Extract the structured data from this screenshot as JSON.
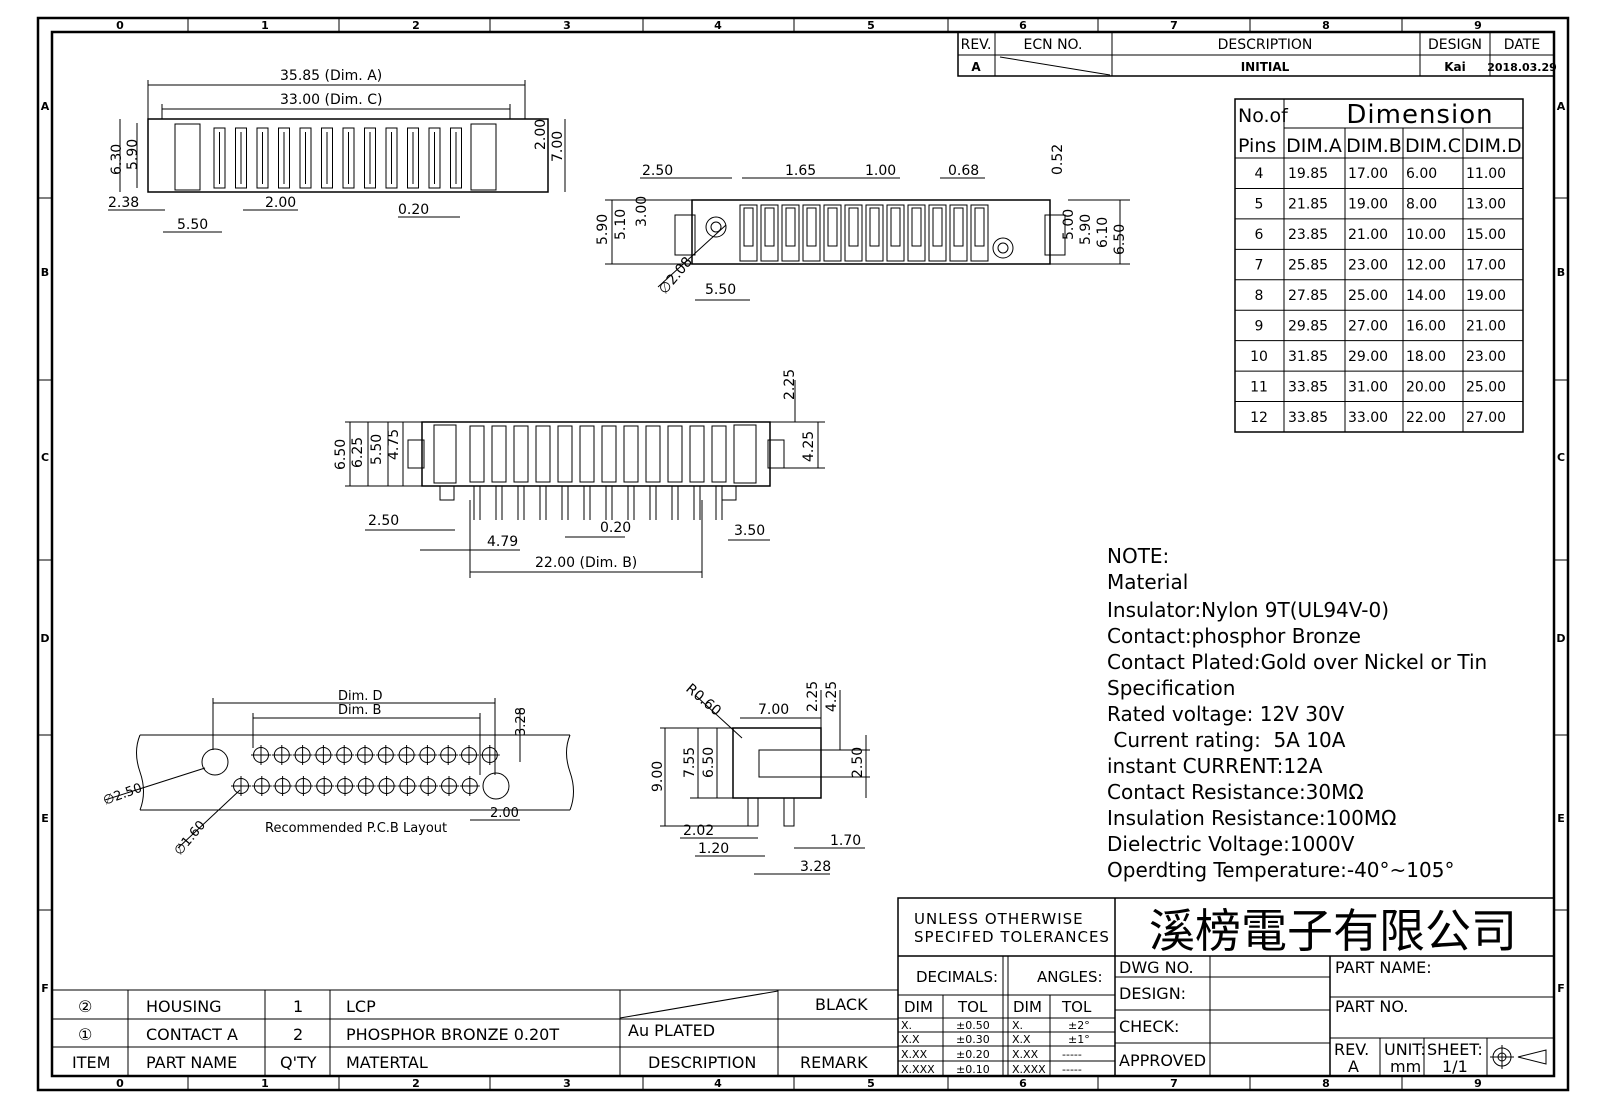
{
  "grid": {
    "columns": [
      "0",
      "1",
      "2",
      "3",
      "4",
      "5",
      "6",
      "7",
      "8",
      "9"
    ],
    "rows": [
      "A",
      "B",
      "C",
      "D",
      "E",
      "F"
    ]
  },
  "revision_block": {
    "headers": {
      "rev": "REV.",
      "ecn": "ECN NO.",
      "description": "DESCRIPTION",
      "design": "DESIGN",
      "date": "DATE"
    },
    "row": {
      "rev": "A",
      "description": "INITIAL",
      "design": "Kai",
      "date": "2018.03.29"
    }
  },
  "dimension_table": {
    "title": "Dimension",
    "header_top": "No.of",
    "header_pins": "Pins",
    "columns": [
      "DIM.A",
      "DIM.B",
      "DIM.C",
      "DIM.D"
    ],
    "rows": [
      [
        "4",
        "19.85",
        "17.00",
        "6.00",
        "11.00"
      ],
      [
        "5",
        "21.85",
        "19.00",
        "8.00",
        "13.00"
      ],
      [
        "6",
        "23.85",
        "21.00",
        "10.00",
        "15.00"
      ],
      [
        "7",
        "25.85",
        "23.00",
        "12.00",
        "17.00"
      ],
      [
        "8",
        "27.85",
        "25.00",
        "14.00",
        "19.00"
      ],
      [
        "9",
        "29.85",
        "27.00",
        "16.00",
        "21.00"
      ],
      [
        "10",
        "31.85",
        "29.00",
        "18.00",
        "23.00"
      ],
      [
        "11",
        "33.85",
        "31.00",
        "20.00",
        "25.00"
      ],
      [
        "12",
        "33.85",
        "33.00",
        "22.00",
        "27.00"
      ]
    ]
  },
  "notes": [
    "NOTE:",
    "Material",
    "Insulator:Nylon 9T(UL94V-0)",
    "Contact:phosphor Bronze",
    "Contact Plated:Gold over Nickel or Tin",
    "Specification",
    "Rated voltage: 12V 30V",
    " Current rating:  5A 10A",
    "instant CURRENT:12A",
    "Contact Resistance:30MΩ",
    "Insulation Resistance:100MΩ",
    "Dielectric Voltage:1000V",
    "Operdting Temperature:-40°~105°"
  ],
  "views": {
    "top_view": {
      "dims": [
        "35.85 (Dim. A)",
        "33.00 (Dim. C)",
        "6.30",
        "5.90",
        "2.00",
        "7.00",
        "2.38",
        "5.50",
        "2.00",
        "0.20"
      ]
    },
    "side_view": {
      "dims": [
        "2.50",
        "1.65",
        "1.00",
        "0.68",
        "0.52",
        "5.90",
        "5.10",
        "3.00",
        "5.00",
        "5.90",
        "6.10",
        "6.50",
        "∅2.08",
        "5.50"
      ]
    },
    "front_view": {
      "dims": [
        "2.25",
        "6.50",
        "6.25",
        "5.50",
        "4.75",
        "4.25",
        "2.50",
        "4.79",
        "0.20",
        "3.50",
        "22.00 (Dim. B)"
      ]
    },
    "pcb_layout": {
      "dims": [
        "Dim. D",
        "Dim. B",
        "3.28",
        "∅2.50",
        "∅1.60",
        "2.00"
      ],
      "caption": "Recommended P.C.B Layout"
    },
    "section_view": {
      "dims": [
        "R0.60",
        "7.00",
        "2.25",
        "4.25",
        "7.55",
        "6.50",
        "9.00",
        "2.50",
        "2.02",
        "1.20",
        "1.70",
        "3.28"
      ]
    }
  },
  "bom": {
    "rows": [
      {
        "item": "②",
        "part_name": "HOUSING",
        "qty": "1",
        "material": "LCP",
        "description": "",
        "remark": "BLACK"
      },
      {
        "item": "①",
        "part_name": "CONTACT A",
        "qty": "2",
        "material": "PHOSPHOR BRONZE 0.20T",
        "description": "Au PLATED",
        "remark": ""
      }
    ],
    "header": {
      "item": "ITEM",
      "part_name": "PART NAME",
      "qty": "Q'TY",
      "material": "MATERTAL",
      "description": "DESCRIPTION",
      "remark": "REMARK"
    }
  },
  "title_block": {
    "tolerance_title": [
      "UNLESS OTHERWISE",
      "SPECIFED TOLERANCES"
    ],
    "company": "溪榜電子有限公司",
    "decimals_label": "DECIMALS:",
    "angles_label": "ANGLES:",
    "dim_label": "DIM",
    "tol_label": "TOL",
    "decimals": [
      [
        "X.",
        "±0.50"
      ],
      [
        "X.X",
        "±0.30"
      ],
      [
        "X.XX",
        "±0.20"
      ],
      [
        "X.XXX",
        "±0.10"
      ]
    ],
    "angles": [
      [
        "X.",
        "±2°"
      ],
      [
        "X.X",
        "±1°"
      ],
      [
        "X.XX",
        "-----"
      ],
      [
        "X.XXX",
        "-----"
      ]
    ],
    "fields": [
      "DWG NO.",
      "DESIGN:",
      "CHECK:",
      "APPROVED"
    ],
    "part_name_label": "PART NAME:",
    "part_no_label": "PART NO.",
    "rev_label": "REV.",
    "rev_value": "A",
    "unit_label": "UNIT:",
    "unit_value": "mm",
    "sheet_label": "SHEET:",
    "sheet_value": "1/1"
  }
}
